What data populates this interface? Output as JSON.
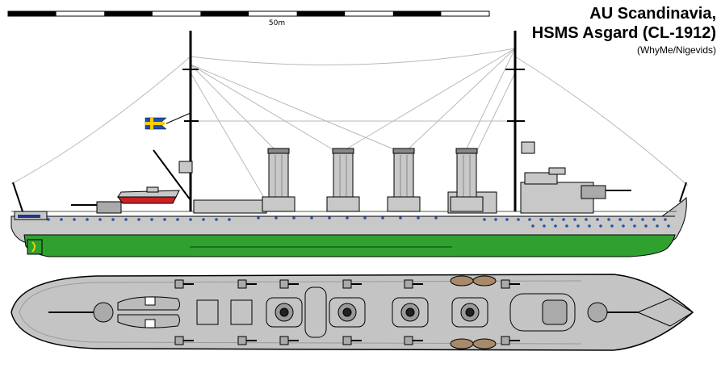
{
  "title": {
    "line1": "AU Scandinavia,",
    "line2": "HSMS Asgard (CL-1912)",
    "credit": "(WhyMe/Nigevids)"
  },
  "scale": {
    "label": "50m",
    "segments": 10
  },
  "colors": {
    "hull": "#c8c8c8",
    "hull_dark": "#9a9a9a",
    "waterline": "#2fa12f",
    "deck": "#c4c4c4",
    "boat_red": "#cc2222",
    "flag_blue": "#1f4fb5",
    "flag_yellow": "#ffcc00",
    "porthole": "#2a4fa8",
    "outline": "#000000"
  },
  "ship": {
    "side_profile_funnels": 4,
    "plan_view_funnels": 4
  }
}
